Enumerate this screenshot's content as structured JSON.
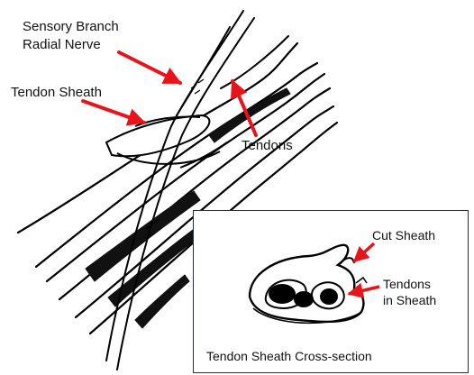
{
  "labels": {
    "sensory_branch": "Sensory Branch",
    "radial_nerve": "Radial Nerve",
    "tendon_sheath": "Tendon Sheath",
    "tendons": "Tendons"
  },
  "inset": {
    "cut_sheath": "Cut Sheath",
    "tendons_line1": "Tendons",
    "tendons_line2": "in Sheath",
    "caption": "Tendon Sheath Cross-section"
  },
  "colors": {
    "arrow": "#e8141b",
    "line": "#000000",
    "inset_border": "#2a2f3a"
  }
}
